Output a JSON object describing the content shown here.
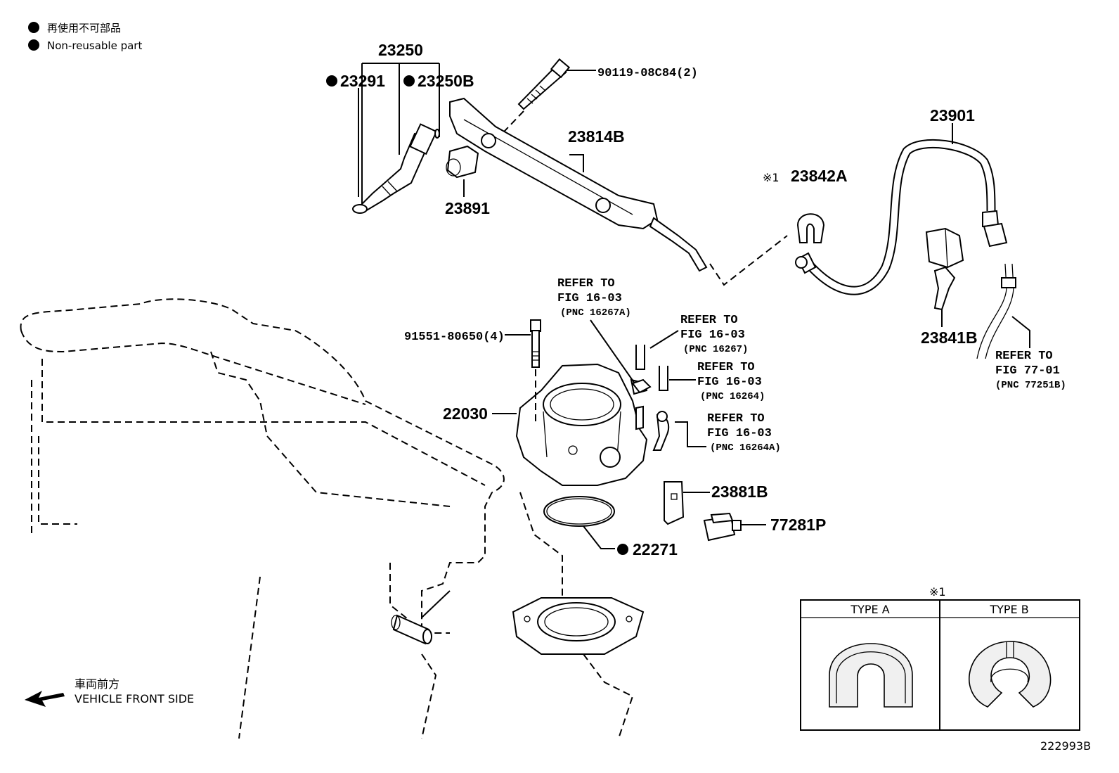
{
  "legend": {
    "non_reusable_jp": "再使用不可部品",
    "non_reusable_en": "Non-reusable part"
  },
  "parts": {
    "p23250": "23250",
    "p23291": "23291",
    "p23250b": "23250B",
    "p90119": "90119-08C84(2)",
    "p23814b": "23814B",
    "p23891": "23891",
    "p23901": "23901",
    "p23842a_mark": "※1",
    "p23842a": "23842A",
    "p23841b": "23841B",
    "p91551": "91551-80650(4)",
    "p22030": "22030",
    "p23881b": "23881B",
    "p77281p": "77281P",
    "p22271": "22271"
  },
  "refs": {
    "r1": {
      "line1": "REFER TO",
      "line2": "FIG 16-03",
      "line3": "(PNC 16267A)"
    },
    "r2": {
      "line1": "REFER TO",
      "line2": "FIG 16-03",
      "line3": "(PNC 16267)"
    },
    "r3": {
      "line1": "REFER TO",
      "line2": "FIG 16-03",
      "line3": "(PNC 16264)"
    },
    "r4": {
      "line1": "REFER TO",
      "line2": "FIG 16-03",
      "line3": "(PNC 16264A)"
    },
    "r5": {
      "line1": "REFER TO",
      "line2": "FIG 77-01",
      "line3": "(PNC 77251B)"
    }
  },
  "types_box": {
    "mark": "※1",
    "type_a": "TYPE A",
    "type_b": "TYPE B"
  },
  "front": {
    "jp": "車両前方",
    "en": "VEHICLE FRONT SIDE"
  },
  "diagram_id": "222993B"
}
